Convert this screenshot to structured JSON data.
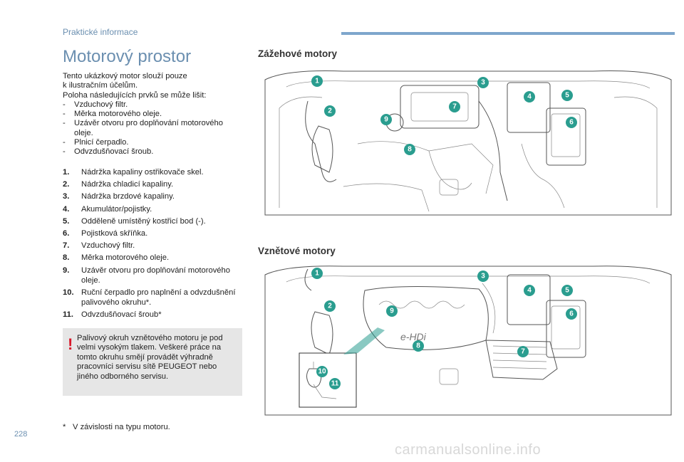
{
  "header": {
    "section_label": "Praktické informace"
  },
  "title": "Motorový prostor",
  "intro": {
    "lines": [
      "Tento ukázkový motor slouží pouze",
      "k ilustračním účelům.",
      "Poloha následujících prvků se může lišit:"
    ],
    "bullets": [
      "Vzduchový filtr.",
      "Měrka motorového oleje.",
      "Uzávěr otvoru pro doplňování motorového oleje.",
      "Plnicí čerpadlo.",
      "Odvzdušňovací šroub."
    ]
  },
  "items": [
    {
      "num": "1.",
      "text": "Nádržka kapaliny ostřikovače skel."
    },
    {
      "num": "2.",
      "text": "Nádržka chladicí kapaliny."
    },
    {
      "num": "3.",
      "text": "Nádržka brzdové kapaliny."
    },
    {
      "num": "4.",
      "text": "Akumulátor/pojistky."
    },
    {
      "num": "5.",
      "text": "Odděleně umístěný kostřicí bod (-)."
    },
    {
      "num": "6.",
      "text": "Pojistková skříňka."
    },
    {
      "num": "7.",
      "text": "Vzduchový filtr."
    },
    {
      "num": "8.",
      "text": "Měrka motorového oleje."
    },
    {
      "num": "9.",
      "text": "Uzávěr otvoru pro doplňování motorového oleje."
    },
    {
      "num": "10.",
      "text": "Ruční čerpadlo pro naplnění a odvzdušnění palivového okruhu*."
    },
    {
      "num": "11.",
      "text": "Odvzdušňovací šroub*"
    }
  ],
  "warning": {
    "icon": "!",
    "text": "Palivový okruh vznětového motoru je pod velmi vysokým tlakem. Veškeré práce na tomto okruhu smějí provádět výhradně pracovníci servisu sítě PEUGEOT nebo jiného odborného servisu."
  },
  "footnote": {
    "star": "*",
    "text": "V závislosti na typu motoru."
  },
  "page_number": "228",
  "petrol": {
    "title": "Zážehové motory",
    "badges": [
      "1",
      "2",
      "3",
      "4",
      "5",
      "6",
      "7",
      "8",
      "9"
    ]
  },
  "diesel": {
    "title": "Vznětové motory",
    "logo": "e-HDi",
    "badges": [
      "1",
      "2",
      "3",
      "4",
      "5",
      "6",
      "7",
      "8",
      "9",
      "10",
      "11"
    ]
  },
  "watermark": "carmanualsonline.info",
  "colors": {
    "accent": "#6b8fb0",
    "badge": "#2a9d8f",
    "warning": "#d8182a",
    "warning_bg": "#e6e6e6"
  }
}
